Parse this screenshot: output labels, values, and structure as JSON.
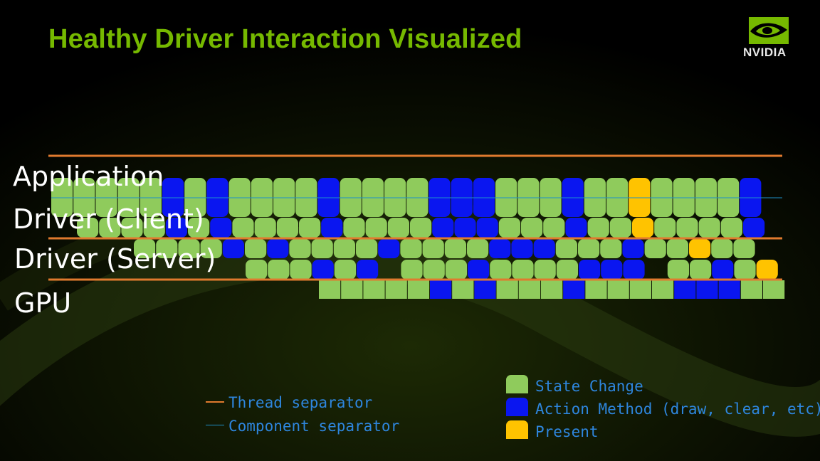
{
  "title": "Healthy Driver Interaction Visualized",
  "logo": {
    "text": "NVIDIA"
  },
  "colors": {
    "state_change": "#8fcb5c",
    "action_method": "#0a16f0",
    "present": "#ffc300",
    "thread_separator": "#e07a2e",
    "component_separator": "#1e90c8",
    "label": "#ffffff",
    "title": "#76b900",
    "legend_text": "#2e86de"
  },
  "rows": [
    {
      "id": "application",
      "label": "Application"
    },
    {
      "id": "driver_client",
      "label": "Driver (Client)"
    },
    {
      "id": "driver_server",
      "label": "Driver (Server)"
    },
    {
      "id": "gpu",
      "label": "GPU"
    }
  ],
  "blocks": {
    "application": [
      "state",
      "state",
      "state",
      "state",
      "state",
      "action",
      "state",
      "action",
      "state",
      "state",
      "state",
      "state",
      "action",
      "state",
      "state",
      "state",
      "state",
      "action",
      "action",
      "action",
      "state",
      "state",
      "state",
      "action",
      "state",
      "state",
      "present",
      "state",
      "state",
      "state",
      "state",
      "action"
    ],
    "driver_client": [
      "state",
      "state",
      "state",
      "state",
      "action",
      "state",
      "action",
      "state",
      "state",
      "state",
      "state",
      "action",
      "state",
      "state",
      "state",
      "state",
      "action",
      "action",
      "action",
      "state",
      "state",
      "state",
      "action",
      "state",
      "state",
      "present",
      "state",
      "state",
      "state",
      "state",
      "action"
    ],
    "driver_server": [
      "state",
      "state",
      "state",
      "state",
      "action",
      "state",
      "action",
      "state",
      "state",
      "state",
      "state",
      "action",
      "state",
      "state",
      "state",
      "state",
      "action",
      "action",
      "action",
      "state",
      "state",
      "state",
      "action",
      "state",
      "state",
      "present",
      "state",
      "state"
    ],
    "gpu": [
      "state",
      "state",
      "state",
      "action",
      "state",
      "action",
      "gap",
      "state",
      "state",
      "state",
      "action",
      "state",
      "state",
      "state",
      "state",
      "action",
      "action",
      "action",
      "gap",
      "state",
      "state",
      "action",
      "state",
      "present"
    ],
    "gpu_lower": [
      "state",
      "state",
      "state",
      "state",
      "state",
      "action",
      "state",
      "action",
      "state",
      "state",
      "state",
      "action",
      "state",
      "state",
      "state",
      "state",
      "action",
      "action",
      "action",
      "state",
      "state"
    ]
  },
  "legend": {
    "thread_separator": "Thread separator",
    "component_separator": "Component separator",
    "state_change": "State Change",
    "action_method": "Action Method (draw, clear, etc)",
    "present": "Present"
  }
}
